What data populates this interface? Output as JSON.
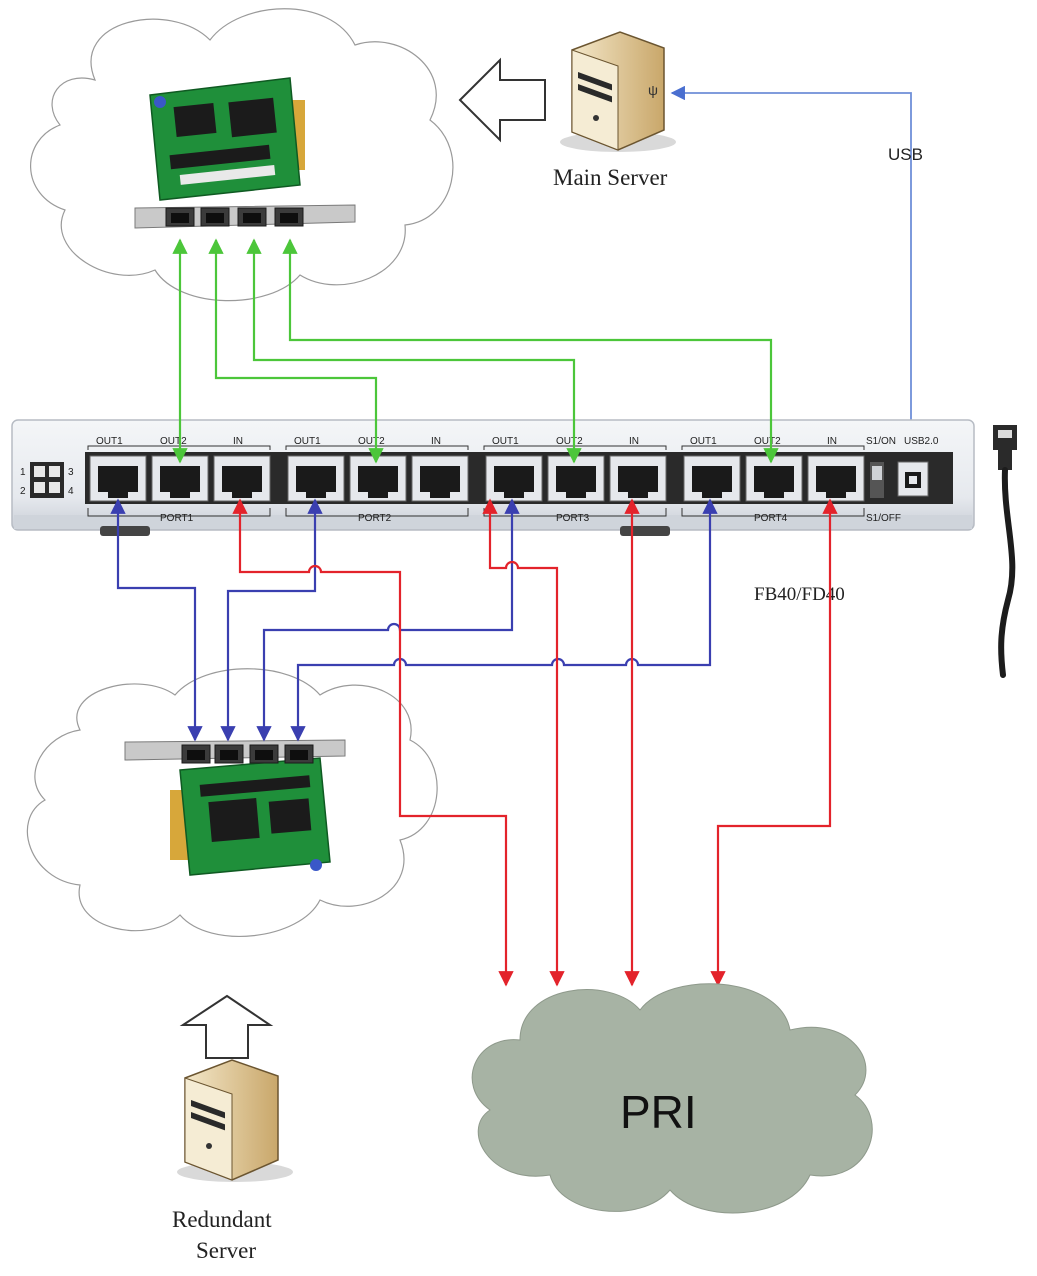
{
  "labels": {
    "main_server": "Main Server",
    "redundant_server_line1": "Redundant",
    "redundant_server_line2": "Server",
    "usb": "USB",
    "device_model": "FB40/FD40",
    "pri": "PRI"
  },
  "device": {
    "ports": [
      {
        "name": "PORT1",
        "out1": "OUT1",
        "out2": "OUT2",
        "in": "IN"
      },
      {
        "name": "PORT2",
        "out1": "OUT1",
        "out2": "OUT2",
        "in": "IN"
      },
      {
        "name": "PORT3",
        "out1": "OUT1",
        "out2": "OUT2",
        "in": "IN"
      },
      {
        "name": "PORT4",
        "out1": "OUT1",
        "out2": "OUT2",
        "in": "IN"
      }
    ],
    "switch_on": "S1/ON",
    "switch_off": "S1/OFF",
    "usb_port": "USB2.0",
    "led_numbers": [
      "1",
      "2",
      "3",
      "4"
    ]
  },
  "colors": {
    "main_link": "#4cc63a",
    "redundant_link": "#3a3fb0",
    "pri_link": "#e3232b",
    "usb_link": "#6f8fd8",
    "pri_cloud": "#a7b3a4"
  }
}
